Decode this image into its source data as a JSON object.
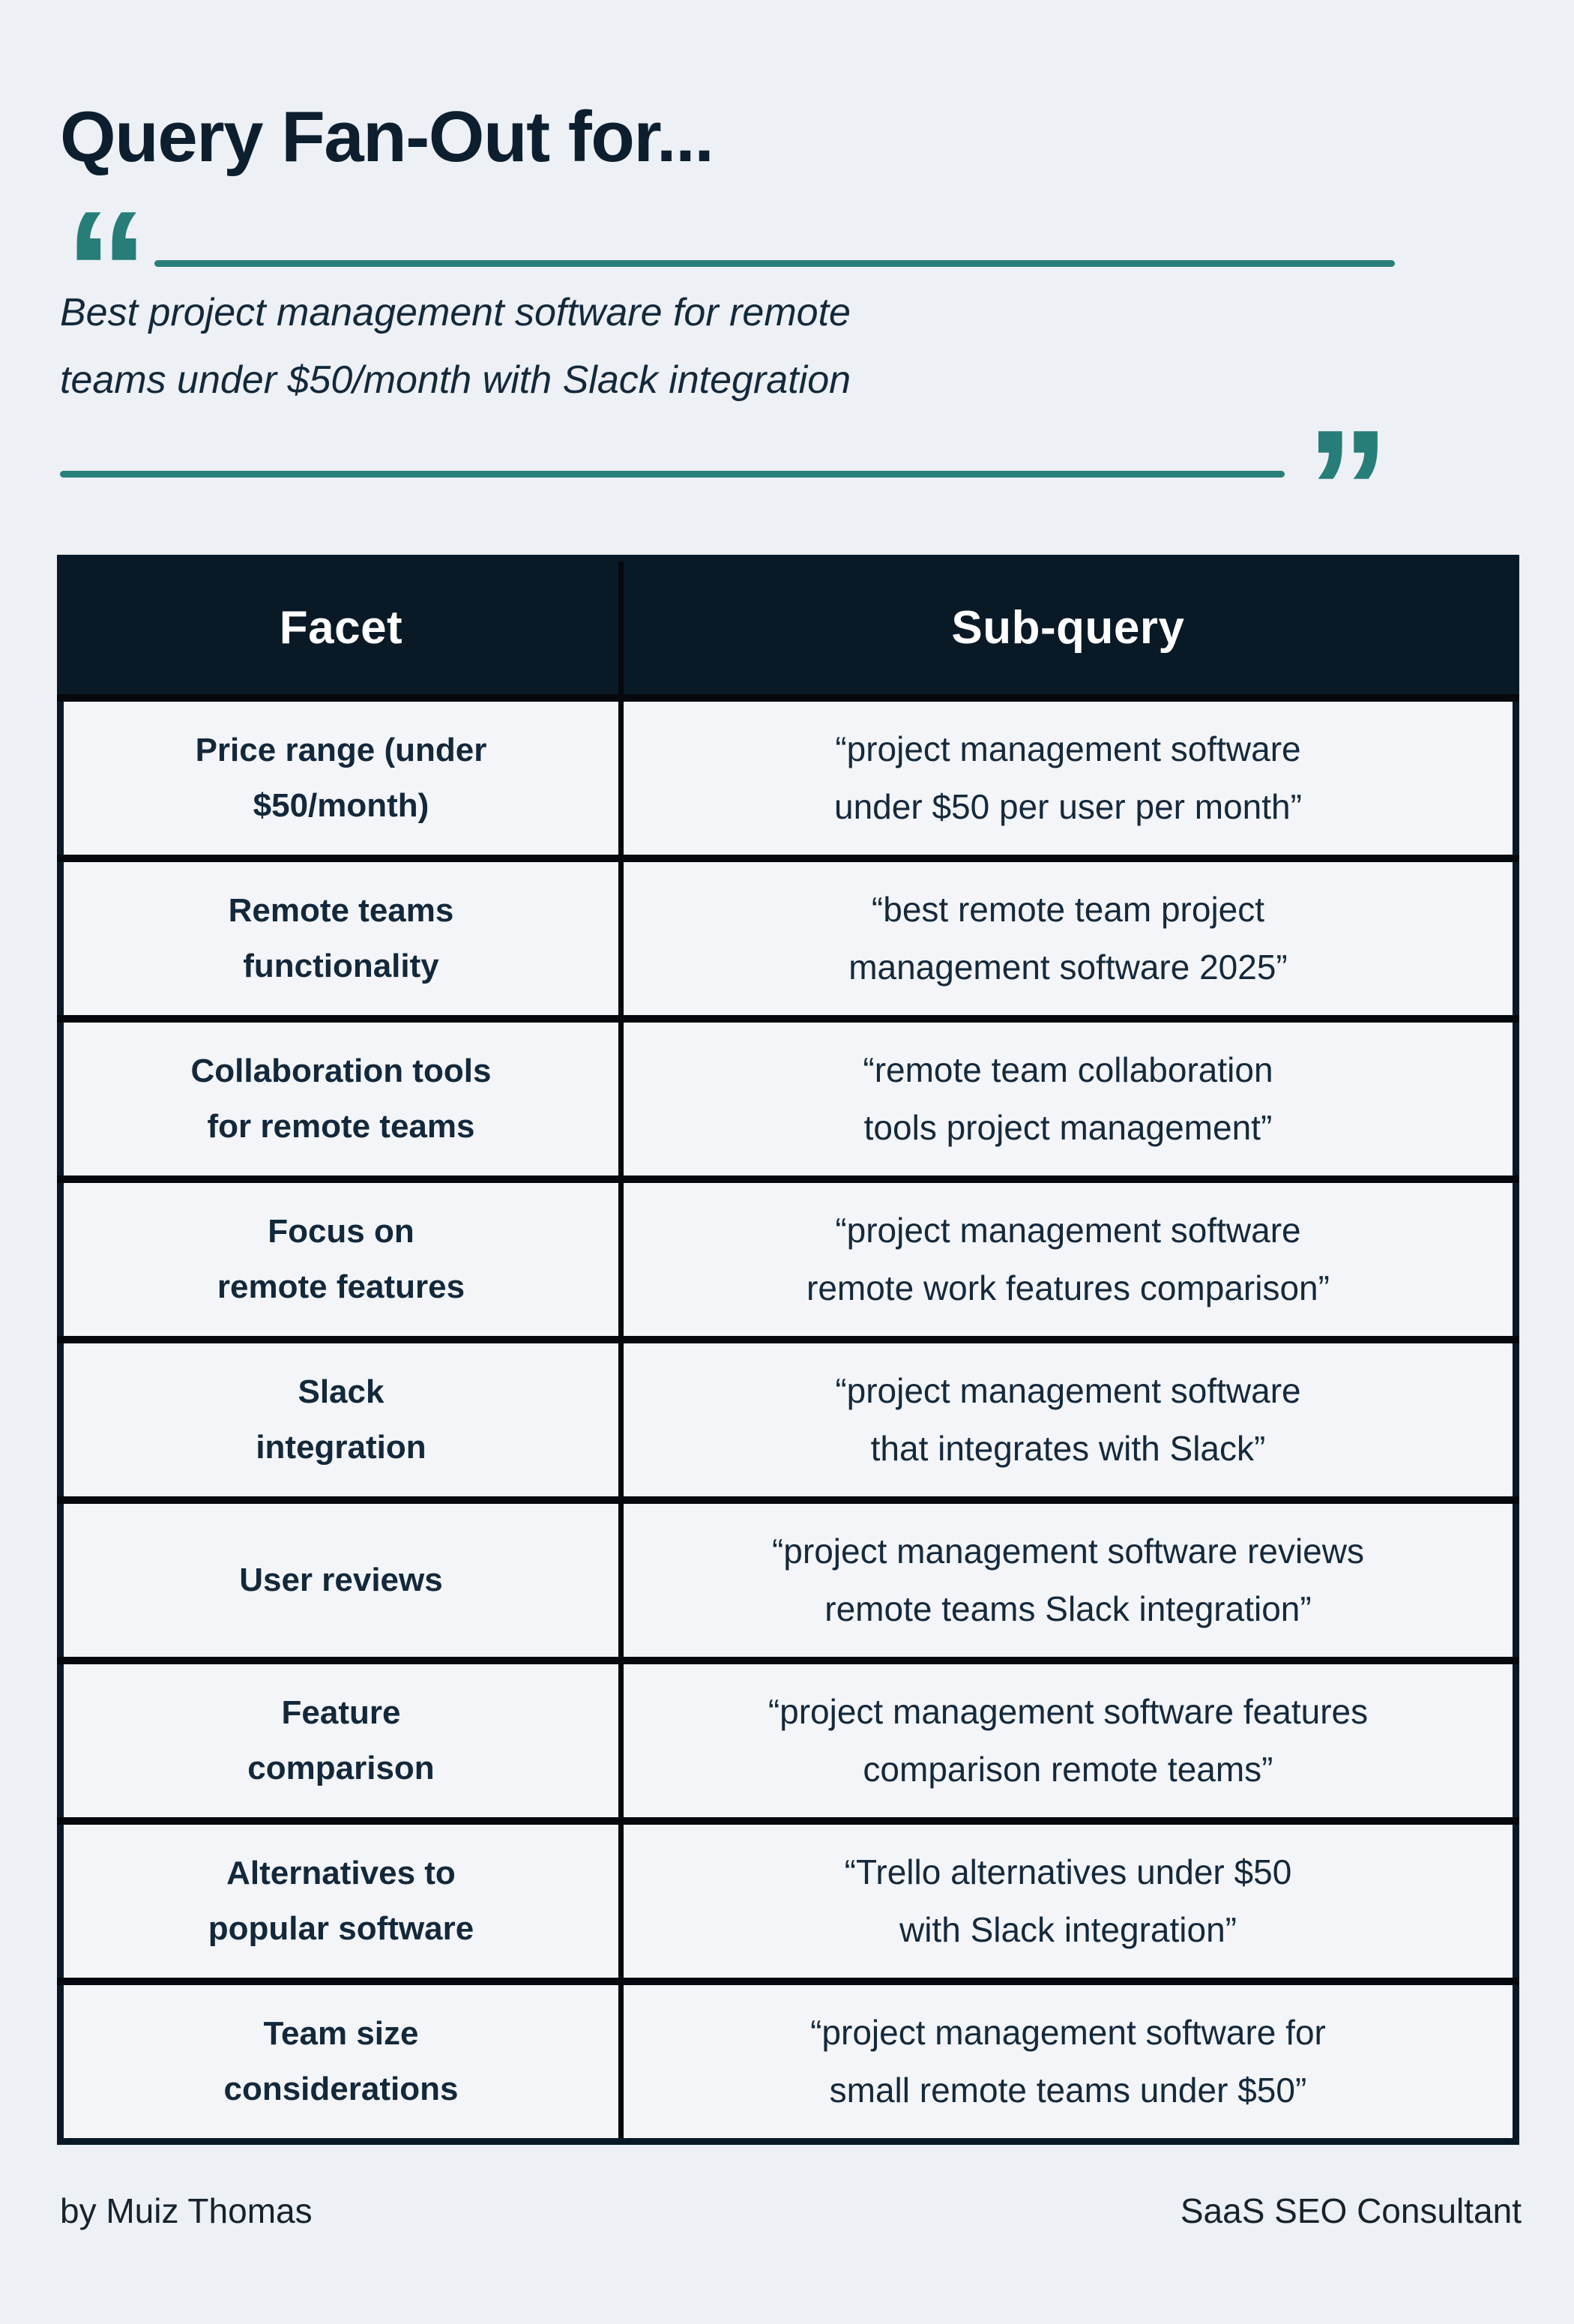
{
  "header": {
    "title": "Query Fan-Out for..."
  },
  "quote": {
    "open_glyph": "“",
    "close_glyph": "”",
    "text": "Best project management software for remote\nteams under $50/month with Slack integration"
  },
  "table": {
    "headers": {
      "facet": "Facet",
      "subquery": "Sub-query"
    },
    "rows": [
      {
        "facet": "Price range (under\n$50/month)",
        "subquery": "“project management software\nunder $50 per user per month”"
      },
      {
        "facet": "Remote teams\nfunctionality",
        "subquery": "“best remote team project\nmanagement software 2025”"
      },
      {
        "facet": "Collaboration tools\nfor remote teams",
        "subquery": "“remote team collaboration\ntools project management”"
      },
      {
        "facet": "Focus on\nremote features",
        "subquery": "“project management software\nremote work features comparison”"
      },
      {
        "facet": "Slack\nintegration",
        "subquery": "“project management software\nthat integrates with Slack”"
      },
      {
        "facet": "User reviews",
        "subquery": "“project management software reviews\nremote teams Slack integration”"
      },
      {
        "facet": "Feature\ncomparison",
        "subquery": "“project management software features\ncomparison remote teams”"
      },
      {
        "facet": "Alternatives to\npopular software",
        "subquery": "“Trello alternatives under $50\nwith Slack integration”"
      },
      {
        "facet": "Team size\nconsiderations",
        "subquery": "“project management software for\nsmall remote teams under $50”"
      }
    ]
  },
  "footer": {
    "author": "by Muiz Thomas",
    "role": "SaaS SEO Consultant"
  },
  "colors": {
    "background": "#edf0f5",
    "navy_header": "#091a26",
    "divider_black": "#05080c",
    "teal_accent": "#277d78",
    "row_background": "#f3f5f8",
    "text_dark": "#13283a"
  }
}
